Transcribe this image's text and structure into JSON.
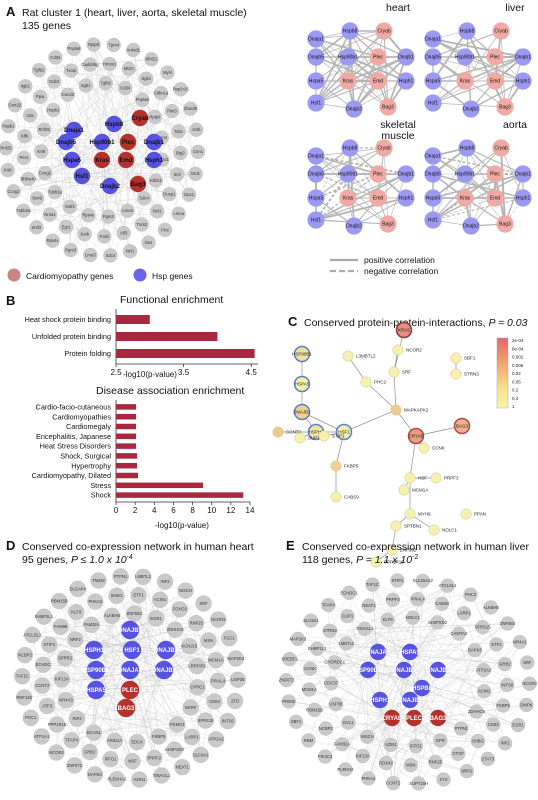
{
  "colors": {
    "cardio": "#e8a09a",
    "cardio_dark": "#b5312c",
    "hsp": "#8f8cf0",
    "hsp_dark": "#5553e0",
    "gray": "#c9c9c9",
    "bar": "#a8283f",
    "edge": "#b9b9b9"
  },
  "panelA": {
    "label": "A",
    "title": "Rat cluster 1 (heart, liver, aorta, skeletal muscle)",
    "subtitle": "135 genes",
    "key_nodes": [
      {
        "name": "Cryab",
        "type": "cardio"
      },
      {
        "name": "Hspb8",
        "type": "hsp"
      },
      {
        "name": "Dnaja1",
        "type": "hsp"
      },
      {
        "name": "Dnajb5",
        "type": "hsp"
      },
      {
        "name": "Hsp90b1",
        "type": "hsp"
      },
      {
        "name": "Plec",
        "type": "cardio"
      },
      {
        "name": "Dnajb1",
        "type": "hsp"
      },
      {
        "name": "Hspa5",
        "type": "hsp"
      },
      {
        "name": "Kras",
        "type": "cardio"
      },
      {
        "name": "Emd",
        "type": "cardio"
      },
      {
        "name": "Hsph1",
        "type": "hsp"
      },
      {
        "name": "Hsf1",
        "type": "hsp"
      },
      {
        "name": "Dnajb2",
        "type": "hsp"
      },
      {
        "name": "Bag3",
        "type": "cardio"
      }
    ],
    "bg_labels": [
      "Ncl1",
      "Sdc4",
      "Lmo3",
      "Pgm3",
      "Rps4x",
      "Srsf2",
      "Tubb2a",
      "Ccng2",
      "Krt8",
      "Rnf25",
      "Hspb1",
      "Cwc22",
      "Itgb1",
      "Tgfb2",
      "Cd34",
      "Pnpla8",
      "Rplp0",
      "Tpm4",
      "Ankrd1",
      "Klhl21",
      "Myl4",
      "Ppp1r15",
      "Zfand5",
      "Actb",
      "Cnn1",
      "Mcl1",
      "Gpx1",
      "Lmna",
      "Flnc",
      "Des",
      "Tnnt2",
      "Atf3",
      "Fosb",
      "Junb",
      "Egr1",
      "Nr4a1",
      "Sox9",
      "Bhlhe40",
      "Per1",
      "Klf9",
      "Ubc",
      "Ppia",
      "Ddit4",
      "Txnip",
      "Gadd45g",
      "Hmox1",
      "Mt2A",
      "Sgk1",
      "Cdkn1a",
      "Pim3",
      "Tob1",
      "Btg2",
      "Ier2",
      "Dusp1"
    ],
    "legend": [
      {
        "label": "Cardiomyopathy genes"
      },
      {
        "label": "Hsp genes"
      }
    ]
  },
  "panelA_small": {
    "nodes": [
      {
        "name": "Dnaja1",
        "type": "hsp"
      },
      {
        "name": "Hspb8",
        "type": "hsp"
      },
      {
        "name": "Cryab",
        "type": "cardio"
      },
      {
        "name": "Dnajb5",
        "type": "hsp"
      },
      {
        "name": "Hsp90b1",
        "type": "hsp"
      },
      {
        "name": "Plec",
        "type": "cardio"
      },
      {
        "name": "Dnajb1",
        "type": "hsp"
      },
      {
        "name": "Hspa5",
        "type": "hsp"
      },
      {
        "name": "Kras",
        "type": "cardio"
      },
      {
        "name": "Emd",
        "type": "cardio"
      },
      {
        "name": "Hsph1",
        "type": "hsp"
      },
      {
        "name": "Hsf1",
        "type": "hsp"
      },
      {
        "name": "Dnajb2",
        "type": "hsp"
      },
      {
        "name": "Bag3",
        "type": "cardio"
      }
    ],
    "networks": [
      {
        "title_lines": [
          "heart"
        ]
      },
      {
        "title_lines": [
          "liver"
        ]
      },
      {
        "title_lines": [
          "skeletal",
          "muscle"
        ]
      },
      {
        "title_lines": [
          "aorta"
        ]
      }
    ],
    "edge_legend": [
      {
        "label": "positive correlation"
      },
      {
        "label": "negative correlation"
      }
    ]
  },
  "panelB": {
    "label": "B",
    "functional": {
      "title": "Functional enrichment",
      "categories": [
        "Heat shock protein binding",
        "Unfolded protein binding",
        "Protein folding"
      ],
      "values": [
        3.0,
        4.0,
        4.55
      ],
      "xlim": [
        2.5,
        4.6
      ],
      "ticks": [
        "2.5",
        "3.5",
        "4.5"
      ],
      "xlabel": "-log10(p-value)"
    },
    "disease": {
      "title": "Disease association enrichment",
      "categories": [
        "Cardio-facio-cutaneous",
        "Cardiomyopathies",
        "Cardiomegaly",
        "Encephalitis, Japanese",
        "Heat Stress Disorders",
        "Shock, Surgical",
        "Hypertrophy",
        "Cardiomyopathy, Dilated",
        "Stress",
        "Shock"
      ],
      "values": [
        2.1,
        2.1,
        2.1,
        2.1,
        2.1,
        2.2,
        2.2,
        2.3,
        9.1,
        13.3
      ],
      "xlim": [
        0,
        14
      ],
      "ticks": [
        "0",
        "2",
        "4",
        "6",
        "8",
        "10",
        "12",
        "14"
      ],
      "xlabel": "-log10(p-value)"
    }
  },
  "panelC": {
    "label": "C",
    "title_prefix": "Conserved protein-protein-interactions, ",
    "title_stat": "P = 0.03",
    "nodes": [
      {
        "name": "HSP90B1"
      },
      {
        "name": "HSPA5"
      },
      {
        "name": "DNAJB1"
      },
      {
        "name": "HSPH1"
      },
      {
        "name": "HSF1"
      },
      {
        "name": "CCNT2"
      },
      {
        "name": "SUPT16H"
      },
      {
        "name": "STIP1"
      },
      {
        "name": "FKBP5"
      },
      {
        "name": "CABS9"
      },
      {
        "name": "L3MBTL2"
      },
      {
        "name": "PHC2"
      },
      {
        "name": "NCOR2"
      },
      {
        "name": "SRF"
      },
      {
        "name": "KRAS"
      },
      {
        "name": "MAPKAPK2"
      },
      {
        "name": "CRYAB"
      },
      {
        "name": "CCNK"
      },
      {
        "name": "BAG3"
      },
      {
        "name": "SBF1"
      },
      {
        "name": "STRN3"
      },
      {
        "name": "HSF"
      },
      {
        "name": "MCM1A"
      },
      {
        "name": "PRPF3"
      },
      {
        "name": "MYH9"
      },
      {
        "name": "SPTBN1"
      },
      {
        "name": "NOLC1"
      },
      {
        "name": "PPAN"
      },
      {
        "name": "ZNF592"
      },
      {
        "name": "PPP1R10"
      }
    ],
    "colorbar_ticks": [
      "2e-04",
      "8e-04",
      "0.002",
      "0.006",
      "0.02",
      "0.05",
      "0.2",
      "0.4",
      "1"
    ]
  },
  "panelD": {
    "label": "D",
    "title": "Conserved co-expression network in human heart",
    "sub_prefix": "95 genes, ",
    "sub_stat": "P ≤ 1.0 x 10",
    "sub_exp": "-4",
    "key_nodes": [
      {
        "name": "DNAJB5",
        "type": "hsp"
      },
      {
        "name": "HSPH1",
        "type": "hsp"
      },
      {
        "name": "HSF1",
        "type": "hsp"
      },
      {
        "name": "DNAJB2",
        "type": "hsp"
      },
      {
        "name": "HSP90B1",
        "type": "hsp"
      },
      {
        "name": "DNAJA1",
        "type": "hsp"
      },
      {
        "name": "DNAJB1",
        "type": "hsp"
      },
      {
        "name": "HSPA5",
        "type": "hsp"
      },
      {
        "name": "PLEC",
        "type": "cardio"
      },
      {
        "name": "BAG3",
        "type": "cardio"
      }
    ],
    "bg_labels": [
      "TINAGL1",
      "AZIN1",
      "PLEKHA2",
      "DAPK3",
      "ZNF672",
      "NCOR2",
      "ATP1A1",
      "PGC1",
      "RNF125",
      "TAF1C",
      "NCBP2",
      "ATCLSL1",
      "EHBP1L1",
      "RBM15B",
      "DLGAP4",
      "TMEM",
      "PTPN1",
      "LMBTL2",
      "INF2",
      "NISCH",
      "SRF",
      "NCOR2",
      "FGC1",
      "MAP2K3",
      "USP36",
      "ZFD",
      "INTS6",
      "ATP2A2",
      "SLC9A1",
      "NEAT1",
      "SH3PXD2",
      "PRPF2",
      "NSF",
      "IFFO1",
      "GRB2",
      "TFAP4",
      "PPP1R15",
      "ATF3",
      "CCNT2",
      "ECHDC",
      "STIP1",
      "FAM96",
      "KLF9",
      "PHKA2",
      "SHBG",
      "ETF1",
      "ACIN1",
      "FOXO3",
      "RNF25",
      "MSN",
      "MCM1A",
      "PPIAL4",
      "CD63",
      "SFRS15",
      "LARP1",
      "PSMC3",
      "FKBP5",
      "EDC4",
      "ARID1A",
      "BCAN1",
      "INF2",
      "NR4A3",
      "KIF13A",
      "SPRR2",
      "NRF2",
      "FAM32A",
      "ALKBH5",
      "ZNF592",
      "EGR1",
      "ZDHHC5",
      "KCNJ15",
      "LRRFIP2",
      "CPRC1",
      "NKRF",
      "BAGALT1",
      "DDX42",
      "TMEM115",
      "NOLC1",
      "CCDC88",
      "PRPF3",
      "LOC441467",
      "TARBP2",
      "PHC2",
      "SUPT6H",
      "CAB39",
      "CLIP1",
      "RBM39"
    ]
  },
  "panelE": {
    "label": "E",
    "title": "Conserved co-expression network in human liver",
    "sub_prefix": "118 genes, ",
    "sub_stat": "P = 1.1 x 10",
    "sub_exp": "-2",
    "key_nodes": [
      {
        "name": "DNAJA1",
        "type": "hsp"
      },
      {
        "name": "HSPA5",
        "type": "hsp"
      },
      {
        "name": "HSP90B1",
        "type": "hsp"
      },
      {
        "name": "DNAJB5",
        "type": "hsp"
      },
      {
        "name": "DNAJB1",
        "type": "hsp"
      },
      {
        "name": "HSPB8",
        "type": "hsp"
      },
      {
        "name": "HSPH1",
        "type": "hsp"
      },
      {
        "name": "DNAJB2",
        "type": "hsp"
      },
      {
        "name": "CRYAB",
        "type": "cardio"
      },
      {
        "name": "PLEC",
        "type": "cardio"
      },
      {
        "name": "BAG3",
        "type": "cardio"
      }
    ],
    "bg_labels": [
      "ZYX",
      "SUPT16H",
      "CCNT2",
      "PHKA2",
      "PLEKH2",
      "PIK3C3",
      "RBM",
      "SBF1",
      "PRIM2",
      "ZNF672",
      "SREBF2",
      "MAP2K3",
      "SLC9A1",
      "TFAP4",
      "ECHDC1",
      "TAF1C",
      "STIP1",
      "SLC25A22",
      "ATCLSL1",
      "PHC2",
      "ALKBH5",
      "ZNF592",
      "NR4A1",
      "SRF",
      "NCOR2",
      "DMPK",
      "EGR1",
      "INF2",
      "STAT3",
      "NRF2",
      "CTGF",
      "RNF25",
      "MSN",
      "DDX42",
      "KIF13A",
      "FAM32A",
      "NCBP2",
      "RBM15B",
      "MCM1A",
      "CCNK",
      "EHBP1L1",
      "STRN3",
      "CLIP1",
      "NEAT1",
      "PRPF3",
      "PPIAL4",
      "CAB39",
      "LARP1",
      "SFRS15",
      "ETF1",
      "GRB2",
      "INTS6",
      "FKBP5",
      "CD63",
      "SHBG",
      "PTPN1",
      "GPR",
      "IFFO1",
      "AZIN1",
      "NISCH",
      "DVL1",
      "USP36",
      "CDC37",
      "CHORDC1",
      "LMBTL2",
      "TINAGL1",
      "KLF9",
      "NOLC1",
      "SH3PXD2",
      "CAMTA2",
      "DAPK3",
      "ATP2A2",
      "ACIN1",
      "ZDHHC5",
      "CPRC1",
      "TMEM115",
      "NKRF",
      "LRRFIP2",
      "ECHD",
      "BCAN1",
      "KCNJ15",
      "PPP1R10",
      "TARBP2",
      "RAB",
      "FOXO3",
      "SEC",
      "DLGAP4"
    ]
  }
}
